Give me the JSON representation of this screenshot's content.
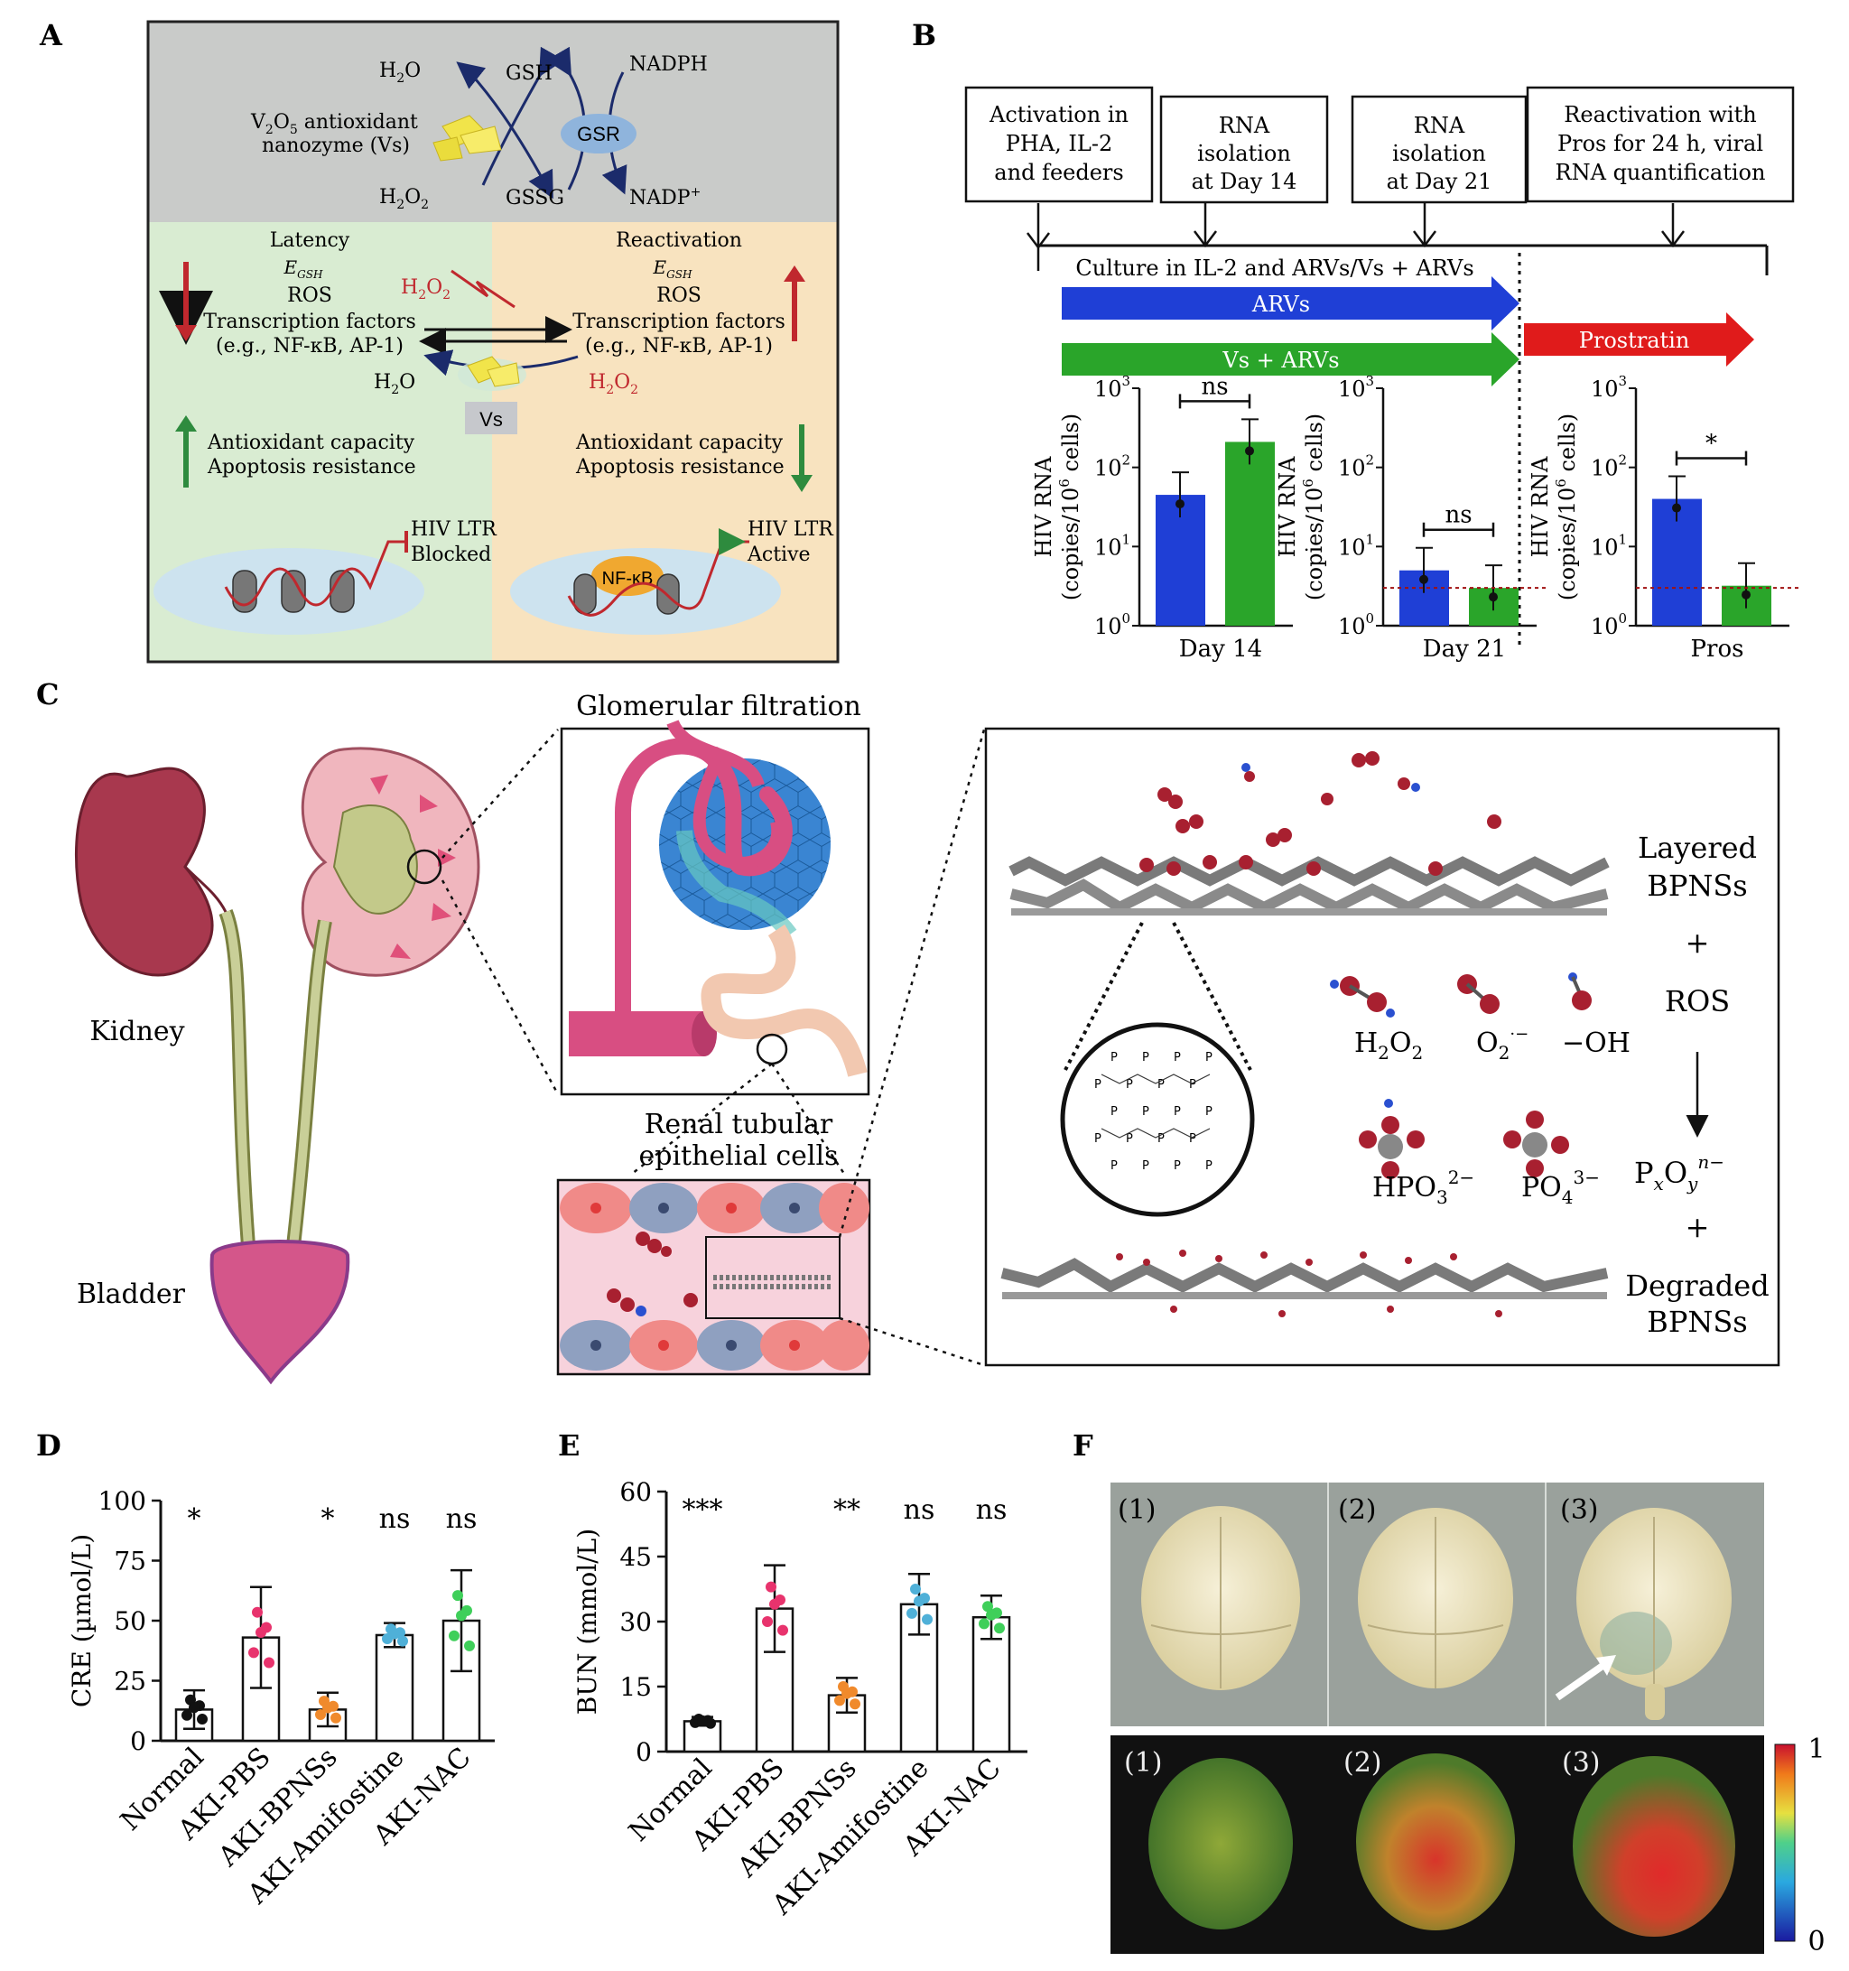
{
  "panel_labels": {
    "a": "A",
    "b": "B",
    "c": "C",
    "d": "D",
    "e": "E",
    "f": "F"
  },
  "panel_a": {
    "top": {
      "h2o": "H",
      "h2o_sub": "2",
      "h2o_end": "O",
      "gsh": "GSH",
      "nadph": "NADPH",
      "nanozyme_1": "V",
      "nanozyme_1_sub": "2",
      "nanozyme_1_mid": "O",
      "nanozyme_1_sub2": "5",
      "nanozyme_1_end": " antioxidant",
      "nanozyme_2": "nanozyme (Vs)",
      "gsr": "GSR",
      "h2o2": "H",
      "h2o2_sub": "2",
      "h2o2_mid": "O",
      "h2o2_sub2": "2",
      "gssg": "GSSG",
      "nadp": "NADP",
      "nadp_sup": "+"
    },
    "left": {
      "title": "Latency",
      "egsh": "E",
      "egsh_sub": "GSH",
      "ros": "ROS",
      "tf": "Transcription factors",
      "tf2": "(e.g., NF-κB, AP-1)",
      "h2o": "H",
      "h2o_sub": "2",
      "h2o_end": "O",
      "h2o2": "H",
      "h2o2_sub": "2",
      "h2o2_mid": "O",
      "h2o2_sub2": "2",
      "cap1": "Antioxidant capacity",
      "cap2": "Apoptosis resistance",
      "ltr1": "HIV LTR",
      "ltr2": "Blocked"
    },
    "right": {
      "title": "Reactivation",
      "egsh": "E",
      "egsh_sub": "GSH",
      "ros": "ROS",
      "tf": "Transcription factors",
      "tf2": "(e.g., NF-κB, AP-1)",
      "h2o2": "H",
      "h2o2_sub": "2",
      "h2o2_mid": "O",
      "h2o2_sub2": "2",
      "cap1": "Antioxidant capacity",
      "cap2": "Apoptosis resistance",
      "ltr1": "HIV LTR",
      "ltr2": "Active",
      "nfkb": "NF-κB"
    },
    "vs": "Vs",
    "colors": {
      "top_bg": "#c9cbc9",
      "left_bg": "#d9ecd2",
      "right_bg": "#f8e3bf",
      "red": "#c0282e",
      "green": "#2e8b3e"
    }
  },
  "panel_b": {
    "box1": [
      "Activation in",
      "PHA, IL-2",
      "and feeders"
    ],
    "box2": [
      "RNA",
      "isolation",
      "at Day 14"
    ],
    "box3": [
      "RNA",
      "isolation",
      "at Day 21"
    ],
    "box4": [
      "Reactivation with",
      "Pros for 24 h, viral",
      "RNA quantification"
    ],
    "culture": "Culture in IL-2 and ARVs/Vs + ARVs",
    "arrow_arvs": "ARVs",
    "arrow_vs": "Vs + ARVs",
    "arrow_pros": "Prostratin",
    "colors": {
      "blue": "#1f3fd6",
      "green": "#2aa52a",
      "red": "#e01b1b"
    }
  },
  "chart_data": [
    {
      "type": "bar",
      "panel": "B1",
      "categories": [
        "Day 14"
      ],
      "series": [
        {
          "name": "ARVs",
          "values": [
            45
          ]
        },
        {
          "name": "Vs + ARVs",
          "values": [
            210
          ]
        }
      ],
      "ylabel_1": "HIV RNA",
      "ylabel_2": "(copies/10",
      "ylabel_sup": "6",
      "ylabel_3": " cells)",
      "yscale": "log",
      "ylim": [
        1,
        1000
      ],
      "ticks": [
        "10",
        "10",
        "10",
        "10"
      ],
      "tick_sups": [
        "0",
        "1",
        "2",
        "3"
      ],
      "significance": "ns"
    },
    {
      "type": "bar",
      "panel": "B2",
      "categories": [
        "Day 21"
      ],
      "series": [
        {
          "name": "ARVs",
          "values": [
            5
          ]
        },
        {
          "name": "Vs + ARVs",
          "values": [
            3
          ]
        }
      ],
      "ylabel_1": "HIV RNA",
      "ylabel_2": "(copies/10",
      "ylabel_sup": "6",
      "ylabel_3": " cells)",
      "yscale": "log",
      "ylim": [
        1,
        1000
      ],
      "ticks": [
        "10",
        "10",
        "10",
        "10"
      ],
      "tick_sups": [
        "0",
        "1",
        "2",
        "3"
      ],
      "significance": "ns",
      "detection_limit": 3
    },
    {
      "type": "bar",
      "panel": "B3",
      "categories": [
        "Pros"
      ],
      "series": [
        {
          "name": "ARVs",
          "values": [
            40
          ]
        },
        {
          "name": "Vs + ARVs",
          "values": [
            3.2
          ]
        }
      ],
      "ylabel_1": "HIV RNA",
      "ylabel_2": "(copies/10",
      "ylabel_sup": "6",
      "ylabel_3": " cells)",
      "yscale": "log",
      "ylim": [
        1,
        1000
      ],
      "ticks": [
        "10",
        "10",
        "10",
        "10"
      ],
      "tick_sups": [
        "0",
        "1",
        "2",
        "3"
      ],
      "significance": "*",
      "detection_limit": 3
    },
    {
      "type": "bar",
      "panel": "D",
      "categories": [
        "Normal",
        "AKI-PBS",
        "AKI-BPNSs",
        "AKI-Amifostine",
        "AKI-NAC"
      ],
      "values": [
        13,
        43,
        13,
        44,
        50
      ],
      "errors": [
        8,
        21,
        7,
        5,
        21
      ],
      "ylabel": "CRE (µmol/L)",
      "ylim": [
        0,
        100
      ],
      "yticks": [
        0,
        25,
        50,
        75,
        100
      ],
      "significance": [
        "*",
        "",
        "*",
        "ns",
        "ns"
      ],
      "point_colors": [
        "#111111",
        "#e8336d",
        "#f08a2c",
        "#4fb0d8",
        "#3fcf5a"
      ]
    },
    {
      "type": "bar",
      "panel": "E",
      "categories": [
        "Normal",
        "AKI-PBS",
        "AKI-BPNSs",
        "AKI-Amifostine",
        "AKI-NAC"
      ],
      "values": [
        7,
        33,
        13,
        34,
        31
      ],
      "errors": [
        1,
        10,
        4,
        7,
        5
      ],
      "ylabel": "BUN (mmol/L)",
      "ylim": [
        0,
        60
      ],
      "yticks": [
        0,
        15,
        30,
        45,
        60
      ],
      "significance": [
        "***",
        "",
        "**",
        "ns",
        "ns"
      ],
      "point_colors": [
        "#111111",
        "#e8336d",
        "#f08a2c",
        "#4fb0d8",
        "#3fcf5a"
      ]
    }
  ],
  "panel_c": {
    "glomerular": "Glomerular filtration",
    "kidney": "Kidney",
    "bladder": "Bladder",
    "renal1": "Renal tubular",
    "renal2": "epithelial cells",
    "layered1": "Layered",
    "layered2": "BPNSs",
    "plus": "+",
    "ros": "ROS",
    "pxoy": "P",
    "pxoy_x": "x",
    "pxoy_o": "O",
    "pxoy_y": "y",
    "pxoy_n": "n−",
    "degraded1": "Degraded",
    "degraded2": "BPNSs",
    "h2o2": "H",
    "h2o2_sub": "2",
    "h2o2_o": "O",
    "h2o2_sub2": "2",
    "o2": "O",
    "o2_sub": "2",
    "o2_sup": "·−",
    "oh": "−OH",
    "hpo3": "HPO",
    "hpo3_sub": "3",
    "hpo3_sup": "2−",
    "po4": "PO",
    "po4_sub": "4",
    "po4_sup": "3−",
    "p": "P"
  },
  "panel_f": {
    "labels": [
      "(1)",
      "(2)",
      "(3)"
    ],
    "scale_max": "1",
    "scale_min": "0"
  }
}
